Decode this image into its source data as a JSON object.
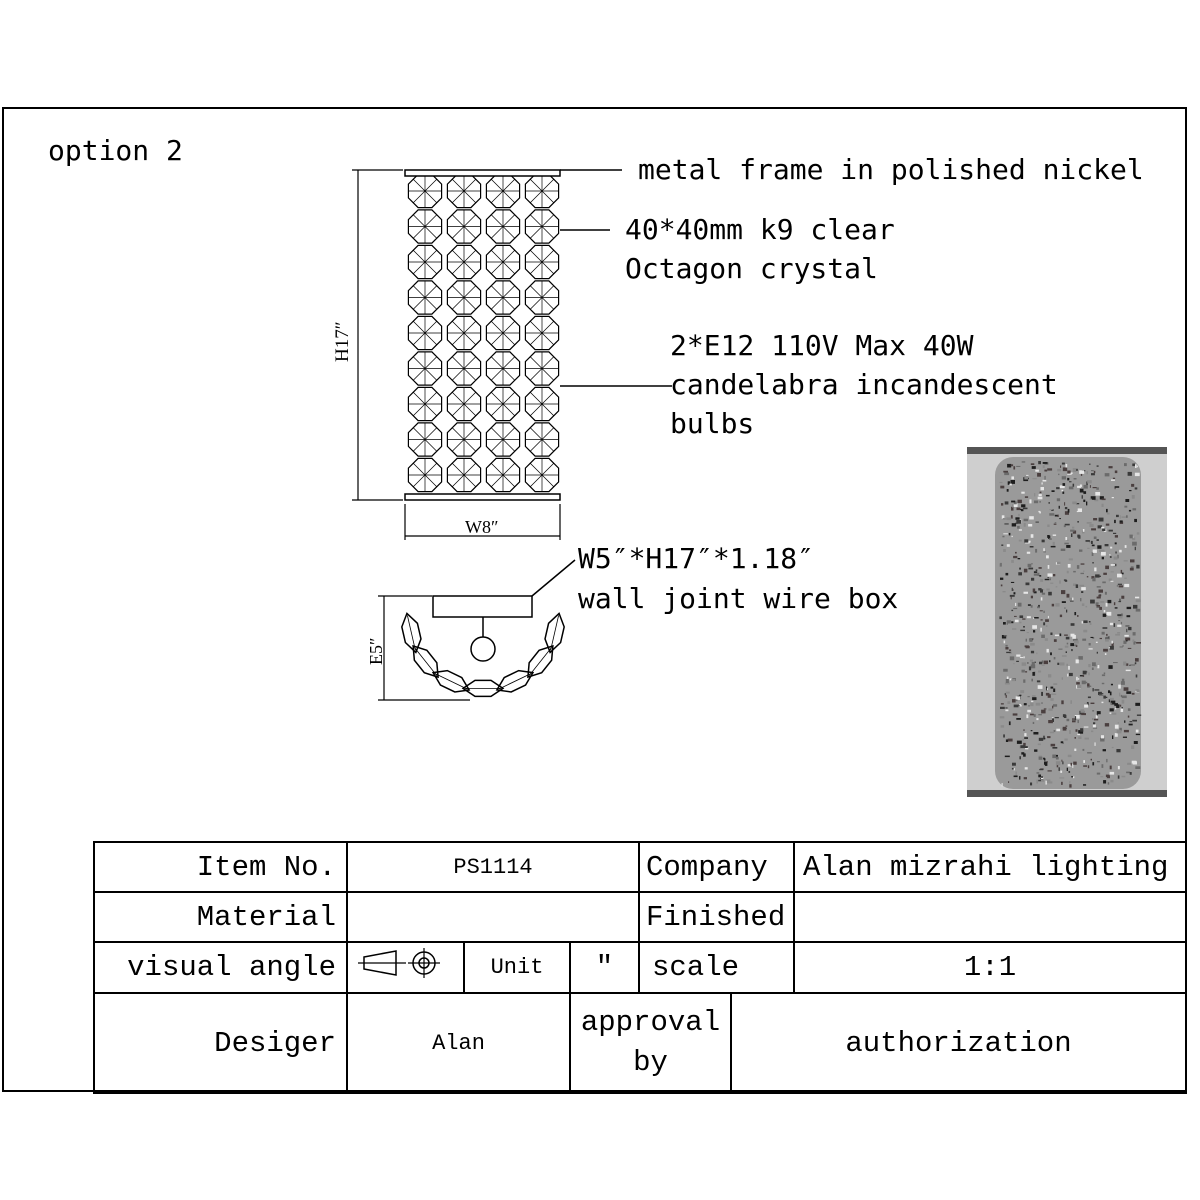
{
  "drawing": {
    "option_label": "option 2",
    "callouts": {
      "frame": "metal frame in polished nickel",
      "crystal_line1": "40*40mm k9 clear",
      "crystal_line2": "Octagon crystal",
      "bulb_line1": "2*E12  110V Max 40W",
      "bulb_line2": "candelabra incandescent",
      "bulb_line3": "bulbs",
      "box_line1": "W5″*H17″*1.18″",
      "box_line2": "wall joint wire box"
    },
    "dimensions": {
      "height": "H17″",
      "width": "W8″",
      "extension": "E5″"
    }
  },
  "title_block": {
    "item_no_label": "Item No.",
    "item_no_value": "PS1114",
    "company_label": "Company",
    "company_value": "Alan mizrahi lighting",
    "material_label": "Material",
    "material_value": "",
    "finished_label": "Finished",
    "finished_value": "",
    "visual_angle_label": "visual angle",
    "unit_label": "Unit",
    "unit_value": "″",
    "scale_label": "scale",
    "scale_value": "1:1",
    "designer_label": "Desiger",
    "designer_value": "Alan",
    "approval_line1": "approval",
    "approval_line2": "by",
    "authorization_label": "authorization"
  },
  "colors": {
    "line": "#000000",
    "photo_bg": "#cfcfcf",
    "photo_chrome": "#555555"
  }
}
